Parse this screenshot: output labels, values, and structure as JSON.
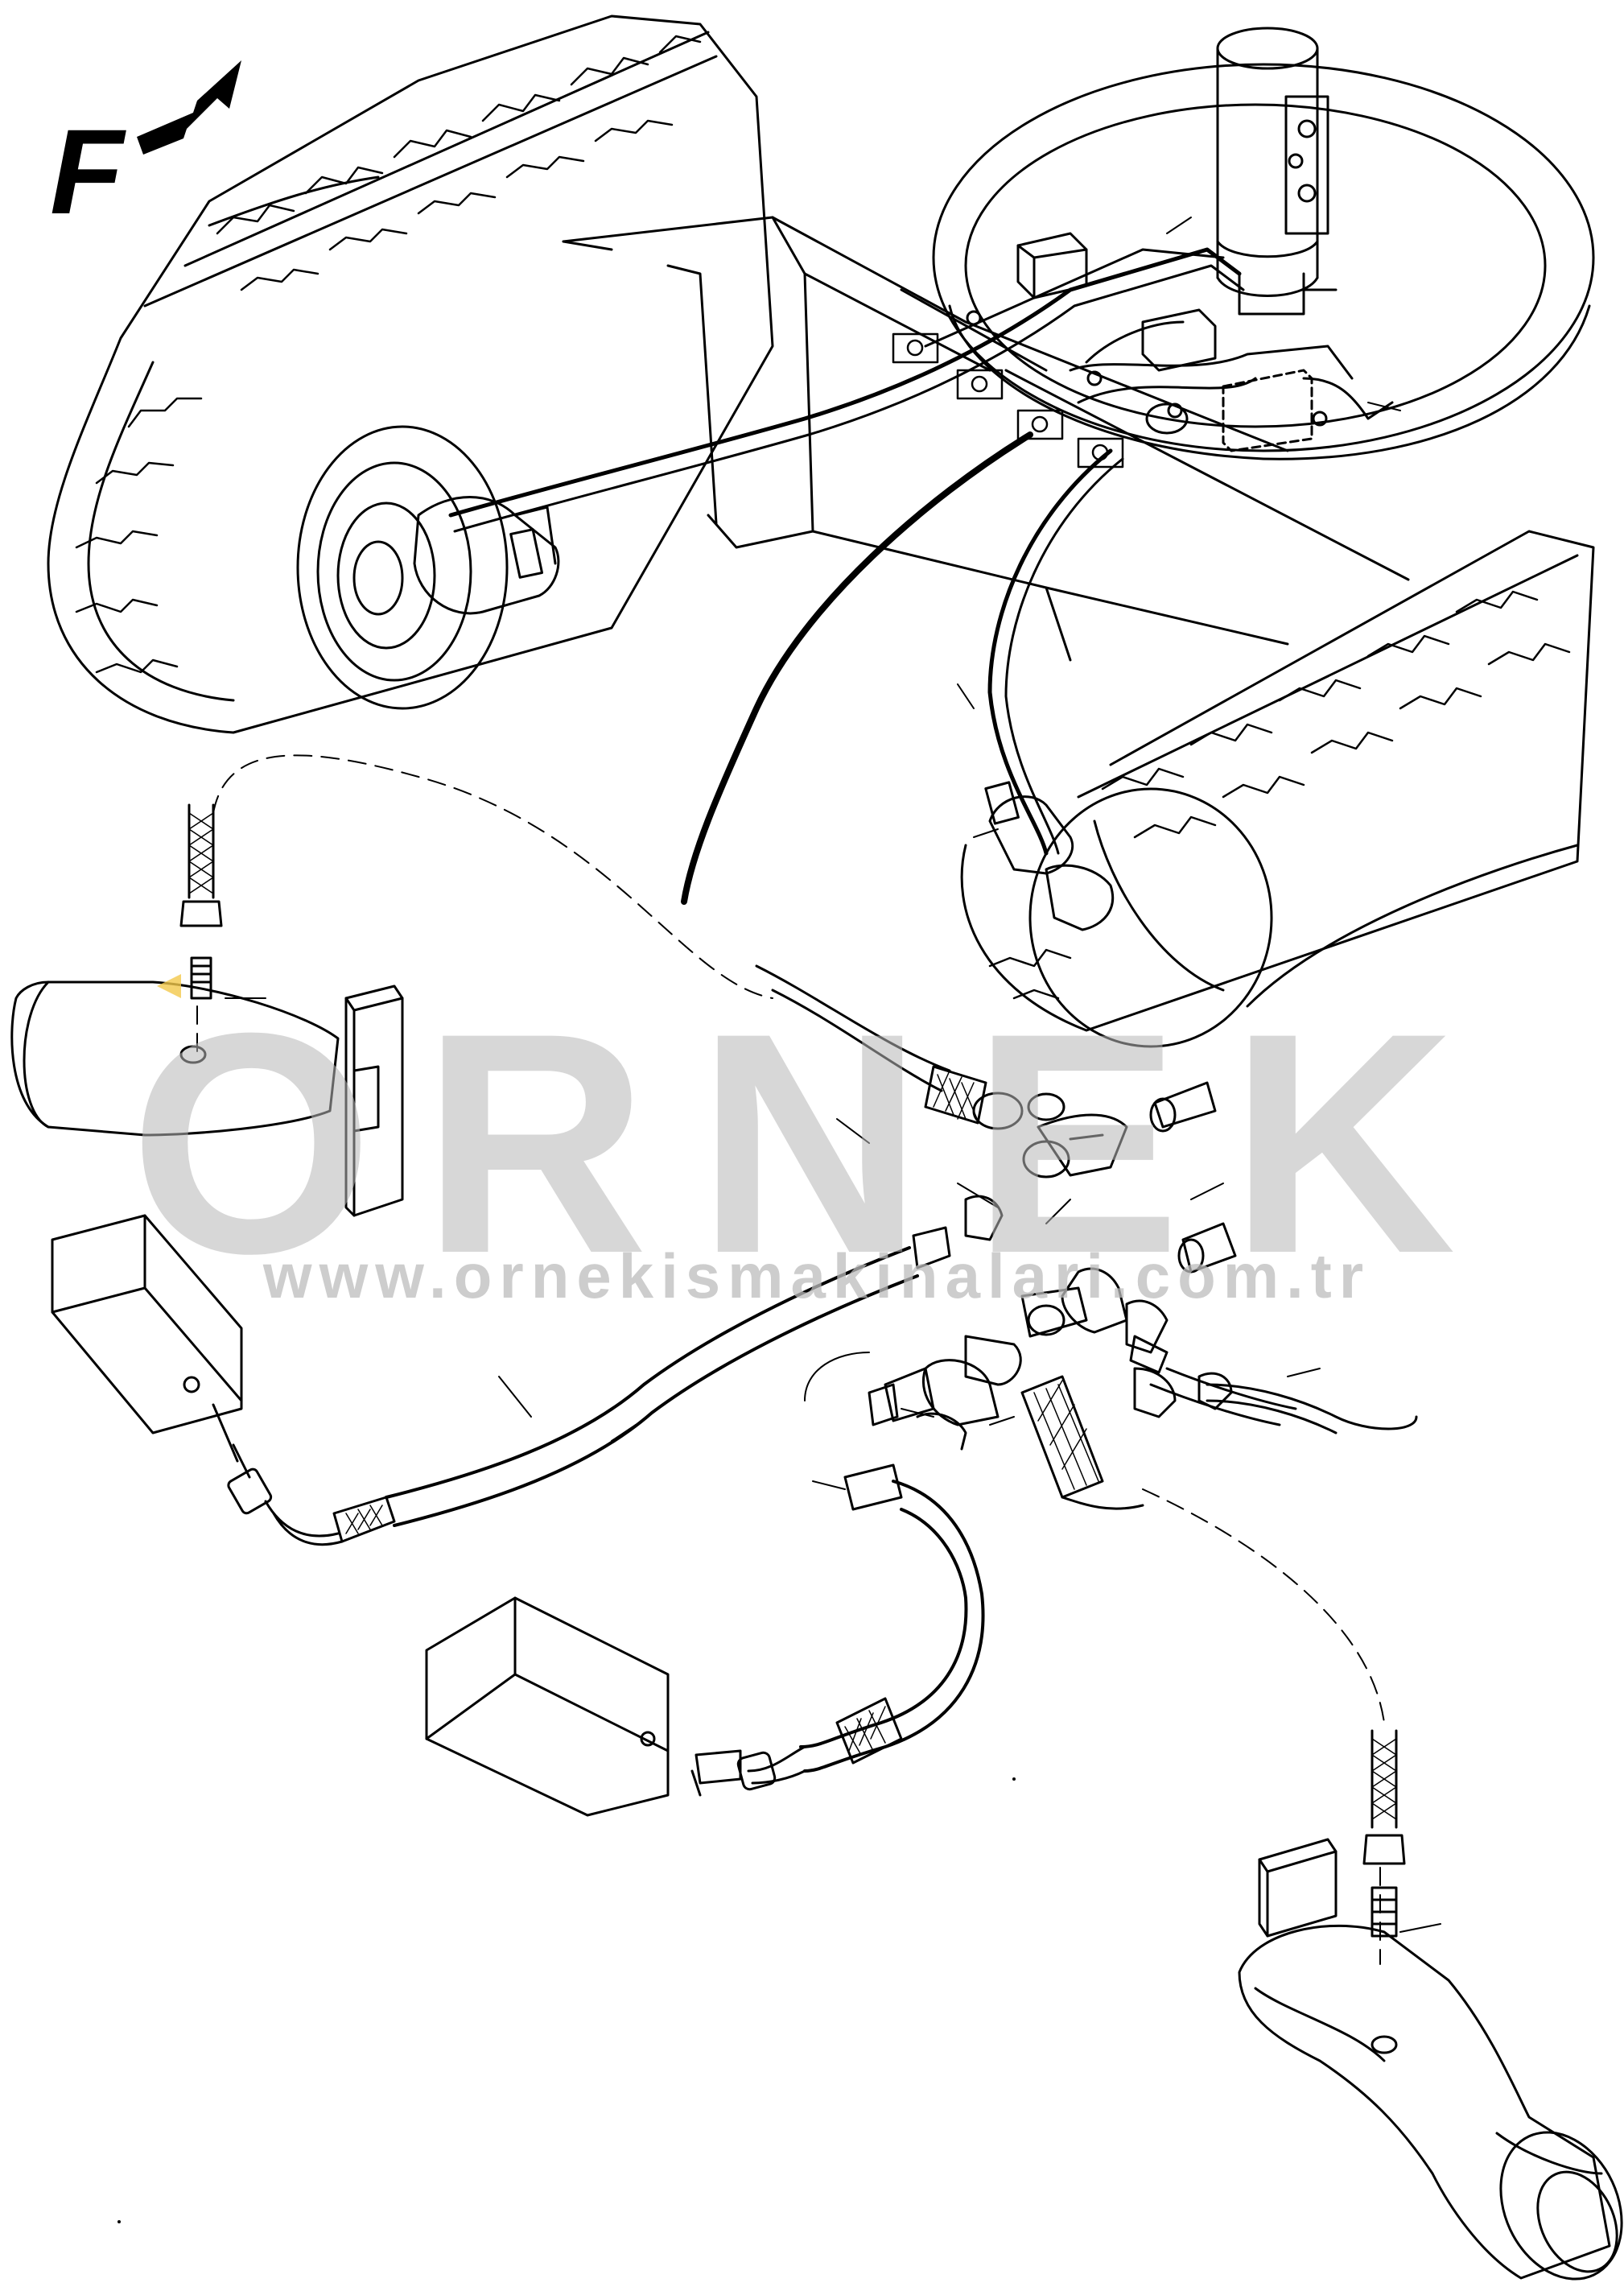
{
  "diagram": {
    "direction_marker": "F",
    "watermark": {
      "logo_text": "ORNEK",
      "url_text": "www.ornekismakinalari.com.tr"
    }
  },
  "colors": {
    "line": "#000000",
    "background": "#ffffff",
    "watermark": "#b8b8b8",
    "accent_marker": "#f2c84b"
  }
}
